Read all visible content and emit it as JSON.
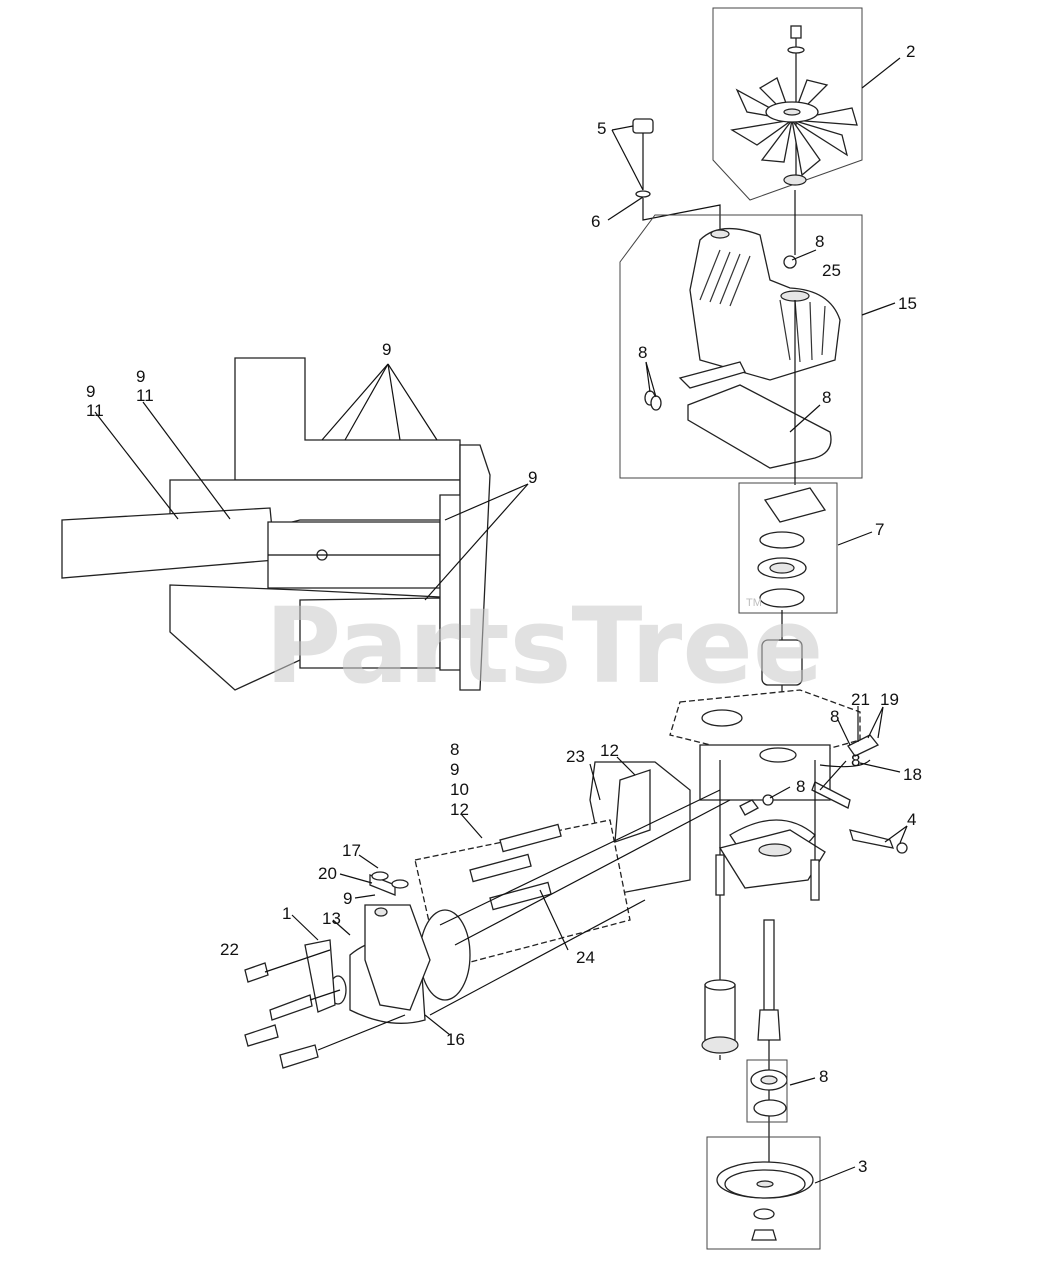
{
  "watermark": {
    "text": "PartsTree",
    "trademark": "TM"
  },
  "callouts": [
    {
      "id": "c2",
      "label": "2"
    },
    {
      "id": "c5",
      "label": "5"
    },
    {
      "id": "c6",
      "label": "6"
    },
    {
      "id": "c8a",
      "label": "8"
    },
    {
      "id": "c25",
      "label": "25"
    },
    {
      "id": "c15",
      "label": "15"
    },
    {
      "id": "c8b",
      "label": "8"
    },
    {
      "id": "c8c",
      "label": "8"
    },
    {
      "id": "c7",
      "label": "7"
    },
    {
      "id": "c9top",
      "label": "9"
    },
    {
      "id": "c9l1",
      "label": "9"
    },
    {
      "id": "c11l1",
      "label": "11"
    },
    {
      "id": "c9l2",
      "label": "9"
    },
    {
      "id": "c11l2",
      "label": "11"
    },
    {
      "id": "c9right",
      "label": "9"
    },
    {
      "id": "c21",
      "label": "21"
    },
    {
      "id": "c19",
      "label": "19"
    },
    {
      "id": "c8d",
      "label": "8"
    },
    {
      "id": "c18",
      "label": "18"
    },
    {
      "id": "c8e",
      "label": "8"
    },
    {
      "id": "c8f",
      "label": "8"
    },
    {
      "id": "c4",
      "label": "4"
    },
    {
      "id": "c12a",
      "label": "12"
    },
    {
      "id": "cg8",
      "label": "8"
    },
    {
      "id": "cg9",
      "label": "9"
    },
    {
      "id": "cg10",
      "label": "10"
    },
    {
      "id": "cg12",
      "label": "12"
    },
    {
      "id": "c23",
      "label": "23"
    },
    {
      "id": "c17",
      "label": "17"
    },
    {
      "id": "c20",
      "label": "20"
    },
    {
      "id": "c9m",
      "label": "9"
    },
    {
      "id": "c1",
      "label": "1"
    },
    {
      "id": "c13",
      "label": "13"
    },
    {
      "id": "c22",
      "label": "22"
    },
    {
      "id": "c24",
      "label": "24"
    },
    {
      "id": "c16",
      "label": "16"
    },
    {
      "id": "c8g",
      "label": "8"
    },
    {
      "id": "c3",
      "label": "3"
    }
  ]
}
